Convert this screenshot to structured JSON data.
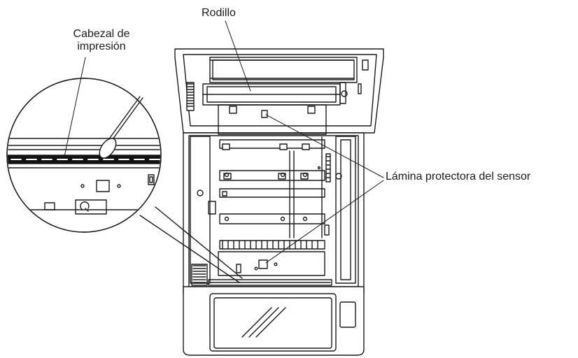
{
  "labels": {
    "rodillo": "Rodillo",
    "cabezal_line1": "Cabezal de",
    "cabezal_line2": "impresión",
    "lamina": "Lámina protectora del sensor"
  },
  "colors": {
    "line": "#1a1a1a",
    "fill": "#ffffff",
    "dark": "#111111"
  },
  "icons": [
    "cotton-swab-icon",
    "gear-icon",
    "screw-icon"
  ]
}
